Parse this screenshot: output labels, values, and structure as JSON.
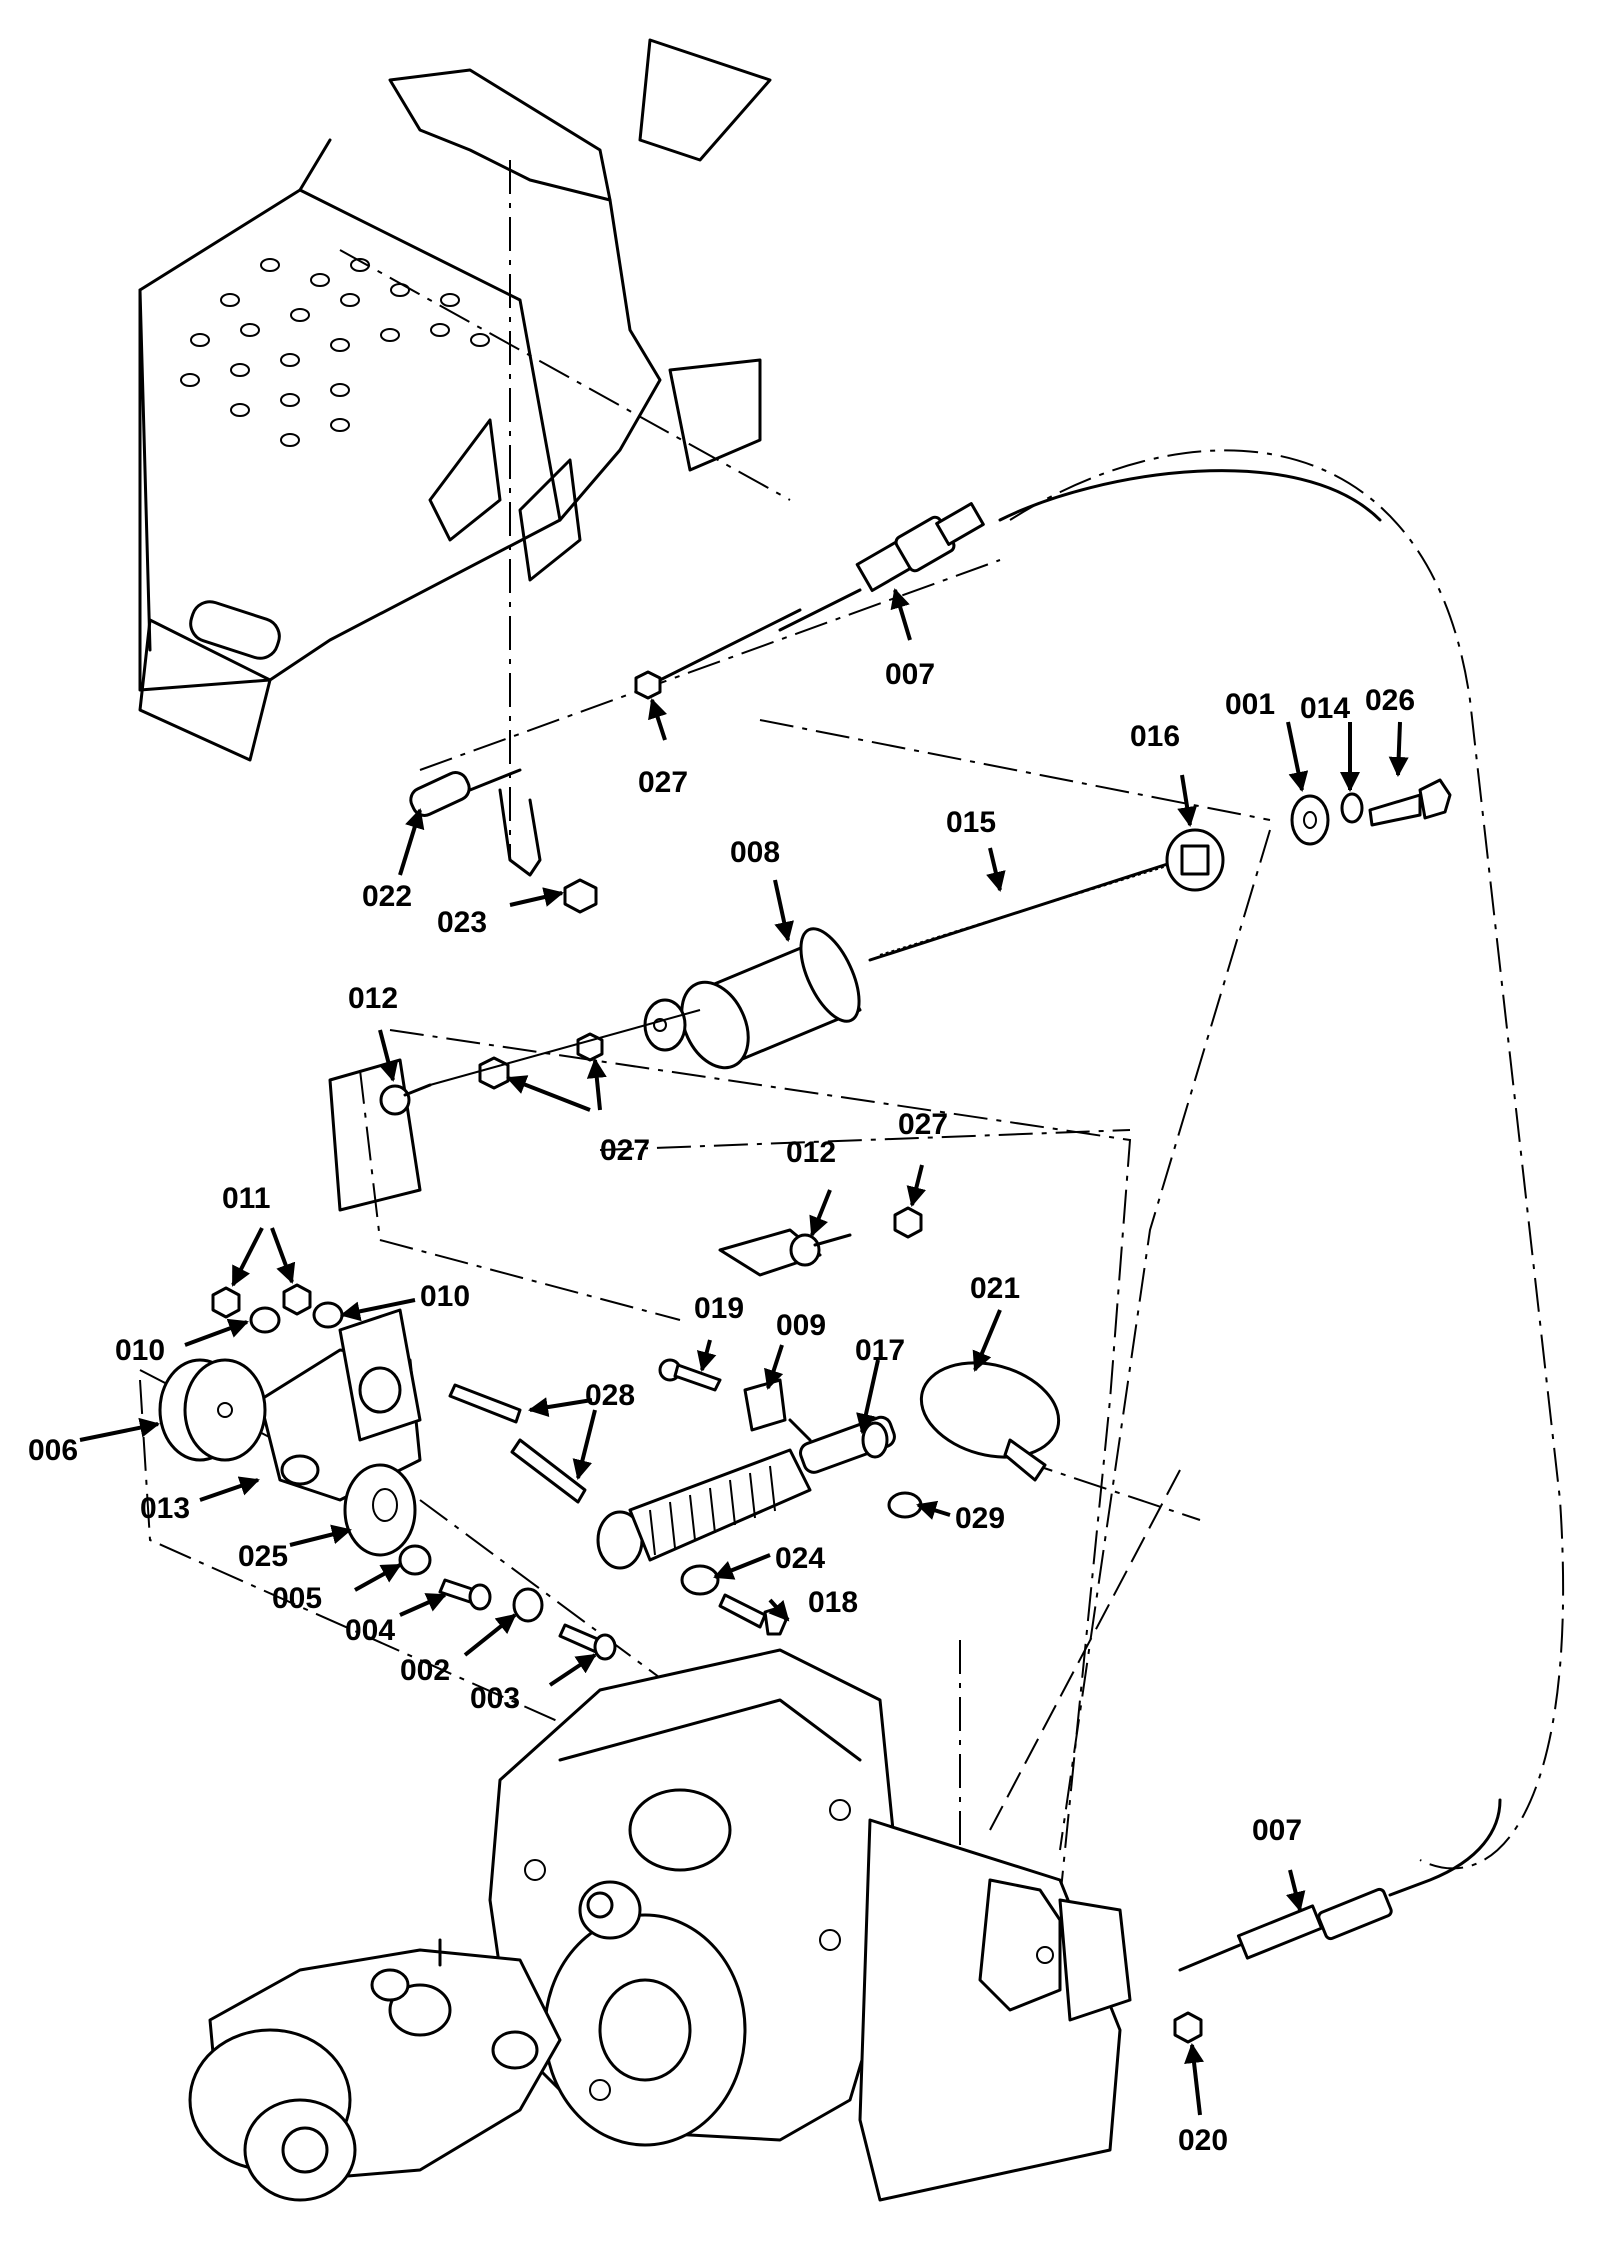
{
  "labels": {
    "p001": "001",
    "p002": "002",
    "p003": "003",
    "p004": "004",
    "p005": "005",
    "p006": "006",
    "p007a": "007",
    "p007b": "007",
    "p008": "008",
    "p009": "009",
    "p010a": "010",
    "p010b": "010",
    "p011": "011",
    "p012a": "012",
    "p012b": "012",
    "p013": "013",
    "p014": "014",
    "p015": "015",
    "p016": "016",
    "p017": "017",
    "p018": "018",
    "p019": "019",
    "p020": "020",
    "p021": "021",
    "p022": "022",
    "p023": "023",
    "p024": "024",
    "p025": "025",
    "p026": "026",
    "p027a": "027",
    "p027b": "027",
    "p027c": "027",
    "p028": "028",
    "p029": "029"
  }
}
